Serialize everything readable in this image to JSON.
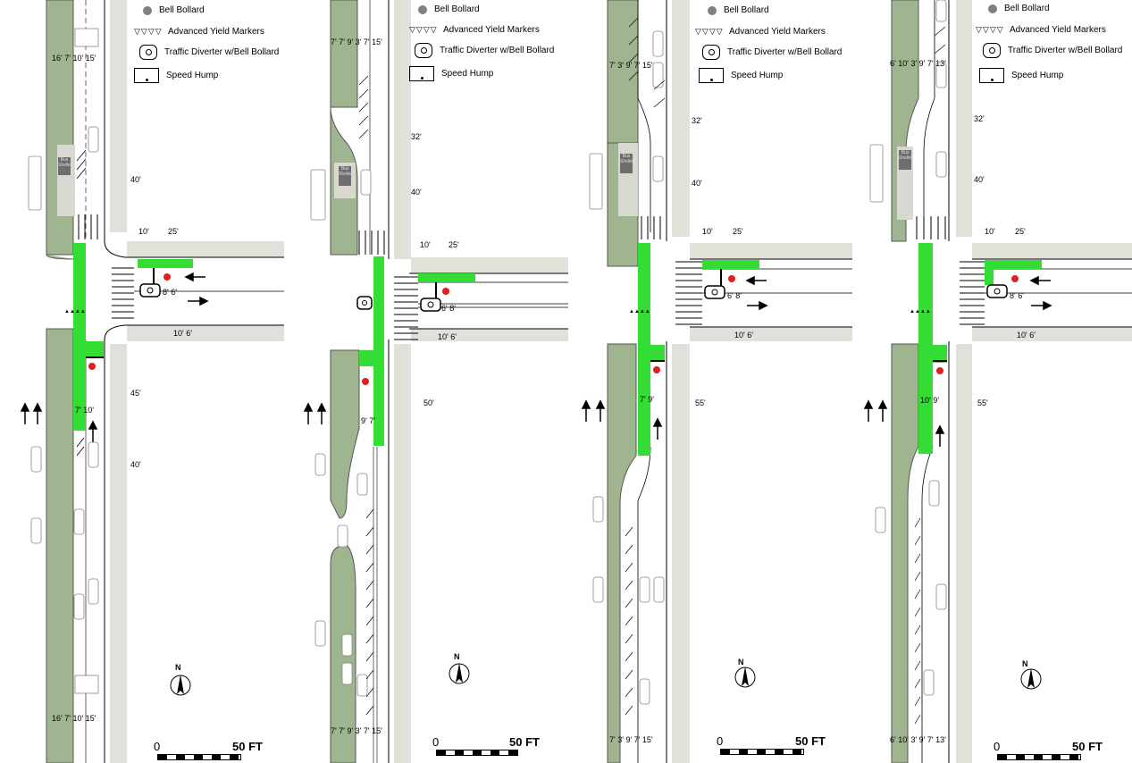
{
  "legend": {
    "bell_bollard": "Bell Bollard",
    "yield_markers": "Advanced Yield Markers",
    "yield_symbol": "▽▽▽▽",
    "diverter": "Traffic Diverter w/Bell Bollard",
    "speed_hump": "Speed Hump"
  },
  "scale": {
    "zero": "0",
    "fifty": "50 FT"
  },
  "north_label": "N",
  "bus_stop_label": "Bus Shelter",
  "colors": {
    "green_lane": "#33dd33",
    "median": "#9fb58f",
    "sidewalk": "#e1e1d9",
    "bollard_red": "#e02020",
    "legend_bollard": "#808080"
  },
  "panels": [
    {
      "name": "panel-1",
      "top_dims": "16' 7' 10' 15'",
      "bottom_dims": "16' 7' 10' 15'",
      "dim_40_upper": "40'",
      "dim_10": "10'",
      "dim_25": "25'",
      "dim_45": "45'",
      "dim_40_lower": "40'",
      "lane_dims": "7' 10'",
      "cross_dims": "10' 6'",
      "diverter_dims": "8' 6'"
    },
    {
      "name": "panel-2",
      "top_dims": "7' 7' 9' 3' 7' 15'",
      "bottom_dims": "7' 7' 9' 3' 7' 15'",
      "dim_32": "32'",
      "dim_40": "40'",
      "dim_10": "10'",
      "dim_25": "25'",
      "dim_50": "50'",
      "lane_dims": "9' 7'",
      "cross_dims": "10' 6'",
      "diverter_dims": "6' 8'"
    },
    {
      "name": "panel-3",
      "top_dims": "7' 3' 9' 7' 15'",
      "bottom_dims": "7' 3' 9' 7' 15'",
      "dim_32": "32'",
      "dim_40": "40'",
      "dim_10": "10'",
      "dim_25": "25'",
      "dim_55": "55'",
      "lane_dims": "7' 9'",
      "cross_dims": "10' 6'",
      "diverter_dims": "6' 8'"
    },
    {
      "name": "panel-4",
      "top_dims": "6' 10' 3' 9' 7' 13'",
      "bottom_dims": "6' 10' 3' 9' 7' 13'",
      "dim_32": "32'",
      "dim_40": "40'",
      "dim_10": "10'",
      "dim_25": "25'",
      "dim_55": "55'",
      "lane_dims": "10' 9'",
      "cross_dims": "10' 6'",
      "diverter_dims": "8' 6'"
    }
  ]
}
